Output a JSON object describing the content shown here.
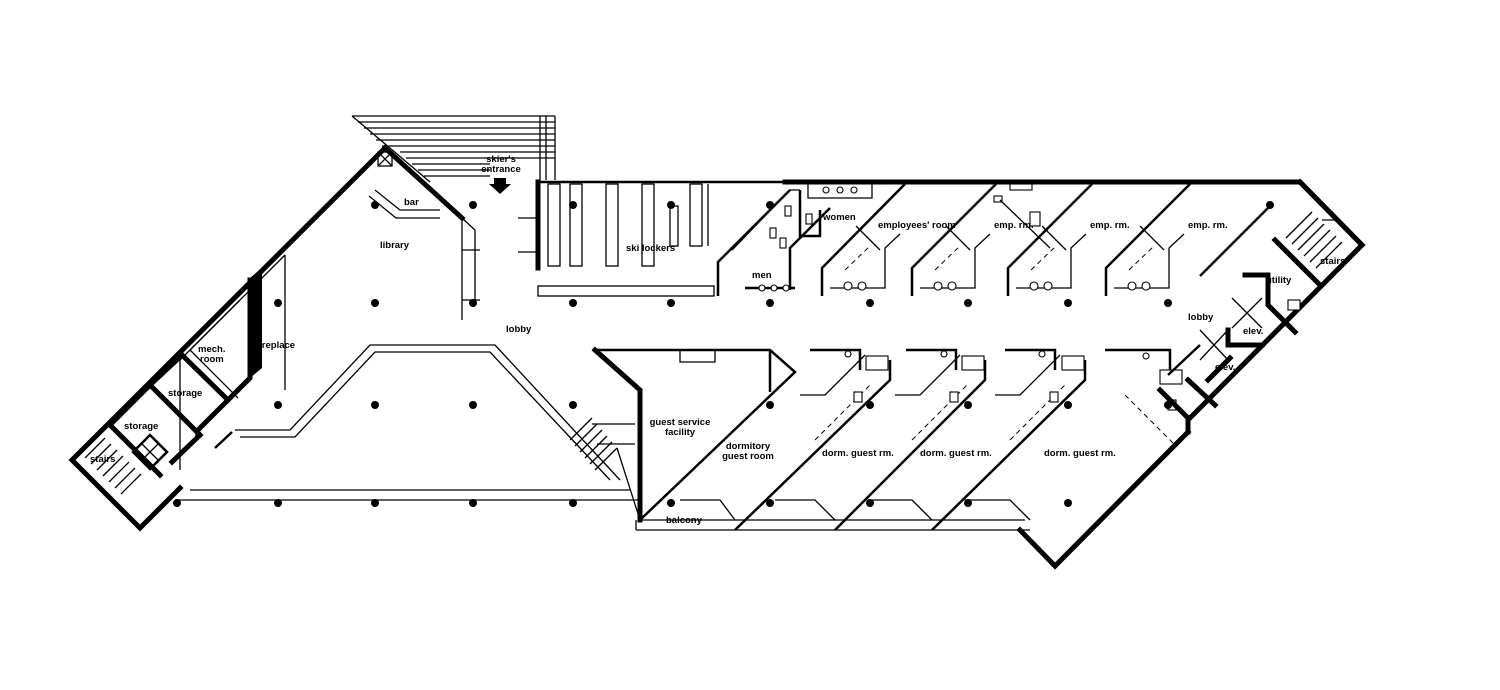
{
  "labels": {
    "skiers_entrance_1": "skier's",
    "skiers_entrance_2": "entrance",
    "bar": "bar",
    "library": "library",
    "ski_lockers": "ski lockers",
    "women": "women",
    "men": "men",
    "employees_room": "employees' room",
    "emp_rm_1": "emp. rm.",
    "emp_rm_2": "emp. rm.",
    "emp_rm_3": "emp. rm.",
    "utility": "utility",
    "stairs_right": "stairs",
    "lobby_right": "lobby",
    "elev_1": "elev.",
    "elev_2": "elev.",
    "lobby_center": "lobby",
    "mech_room_1": "mech.",
    "mech_room_2": "room",
    "fireplace": "fireplace",
    "storage_1": "storage",
    "storage_2": "storage",
    "stairs_left": "stairs",
    "guest_service_1": "guest service",
    "guest_service_2": "facility",
    "dormitory_1": "dormitory",
    "dormitory_2": "guest room",
    "dorm_guest_rm_1": "dorm. guest rm.",
    "dorm_guest_rm_2": "dorm. guest rm.",
    "dorm_guest_rm_3": "dorm. guest rm.",
    "balcony": "balcony"
  }
}
